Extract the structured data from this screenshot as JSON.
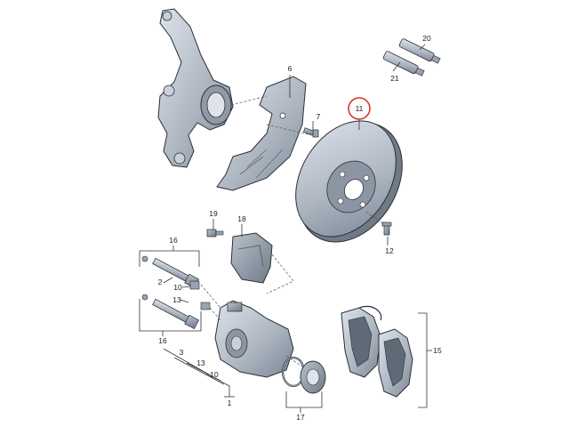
{
  "diagram": {
    "highlight_color": "#d9342b",
    "part_color": "#aeb7c2",
    "part_shadow": "#7c8794",
    "labels": {
      "l1": "1",
      "l2": "2",
      "l3": "3",
      "l6": "6",
      "l7": "7",
      "l10": "10",
      "l11": "11",
      "l12": "12",
      "l13a": "13",
      "l13b": "13",
      "l15": "15",
      "l16a": "16",
      "l16b": "16",
      "l17": "17",
      "l18": "18",
      "l19": "19",
      "l20": "20",
      "l21": "21"
    },
    "highlighted_part": "11"
  }
}
